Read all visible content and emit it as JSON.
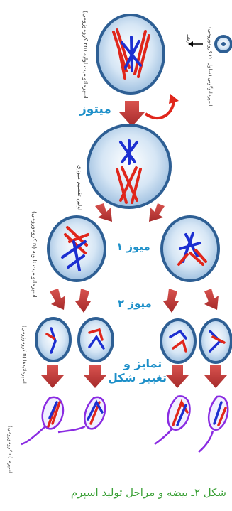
{
  "labels": {
    "spermatogonium": "اسپرماتوگونی (سلول ۲n کروموزومی)",
    "growth": "رشد",
    "primary_spermatocyte": "اسپرماتوسیت اولیه (۲n کروموزومی)",
    "first_division": "اولین تقسیم میوزی",
    "secondary_spermatocyte": "اسپرماتوسیت ثانویه (n کروموزومی)",
    "spermatid": "اسپرماتید‌ها (n کروموزومی)",
    "sperm": "اسپرم (n کروموزومی)"
  },
  "stages": {
    "mitosis": "میتوز",
    "meiosis1": "میوز ۱",
    "meiosis2": "میوز ۲",
    "differentiation_line1": "تمایز و",
    "differentiation_line2": "تغییر شکل"
  },
  "caption": "شکل ۲ـ بیضه و مراحل تولید اسپرم",
  "colors": {
    "cell_fill": "#c9dcef",
    "cell_ring": "#2e5f94",
    "chromosome_red": "#e0261b",
    "chromosome_blue": "#1c2fd1",
    "arrow": "#c0392b",
    "tail": "#8a2be2",
    "stage_text": "#1e90c9",
    "caption": "#3aa036"
  }
}
